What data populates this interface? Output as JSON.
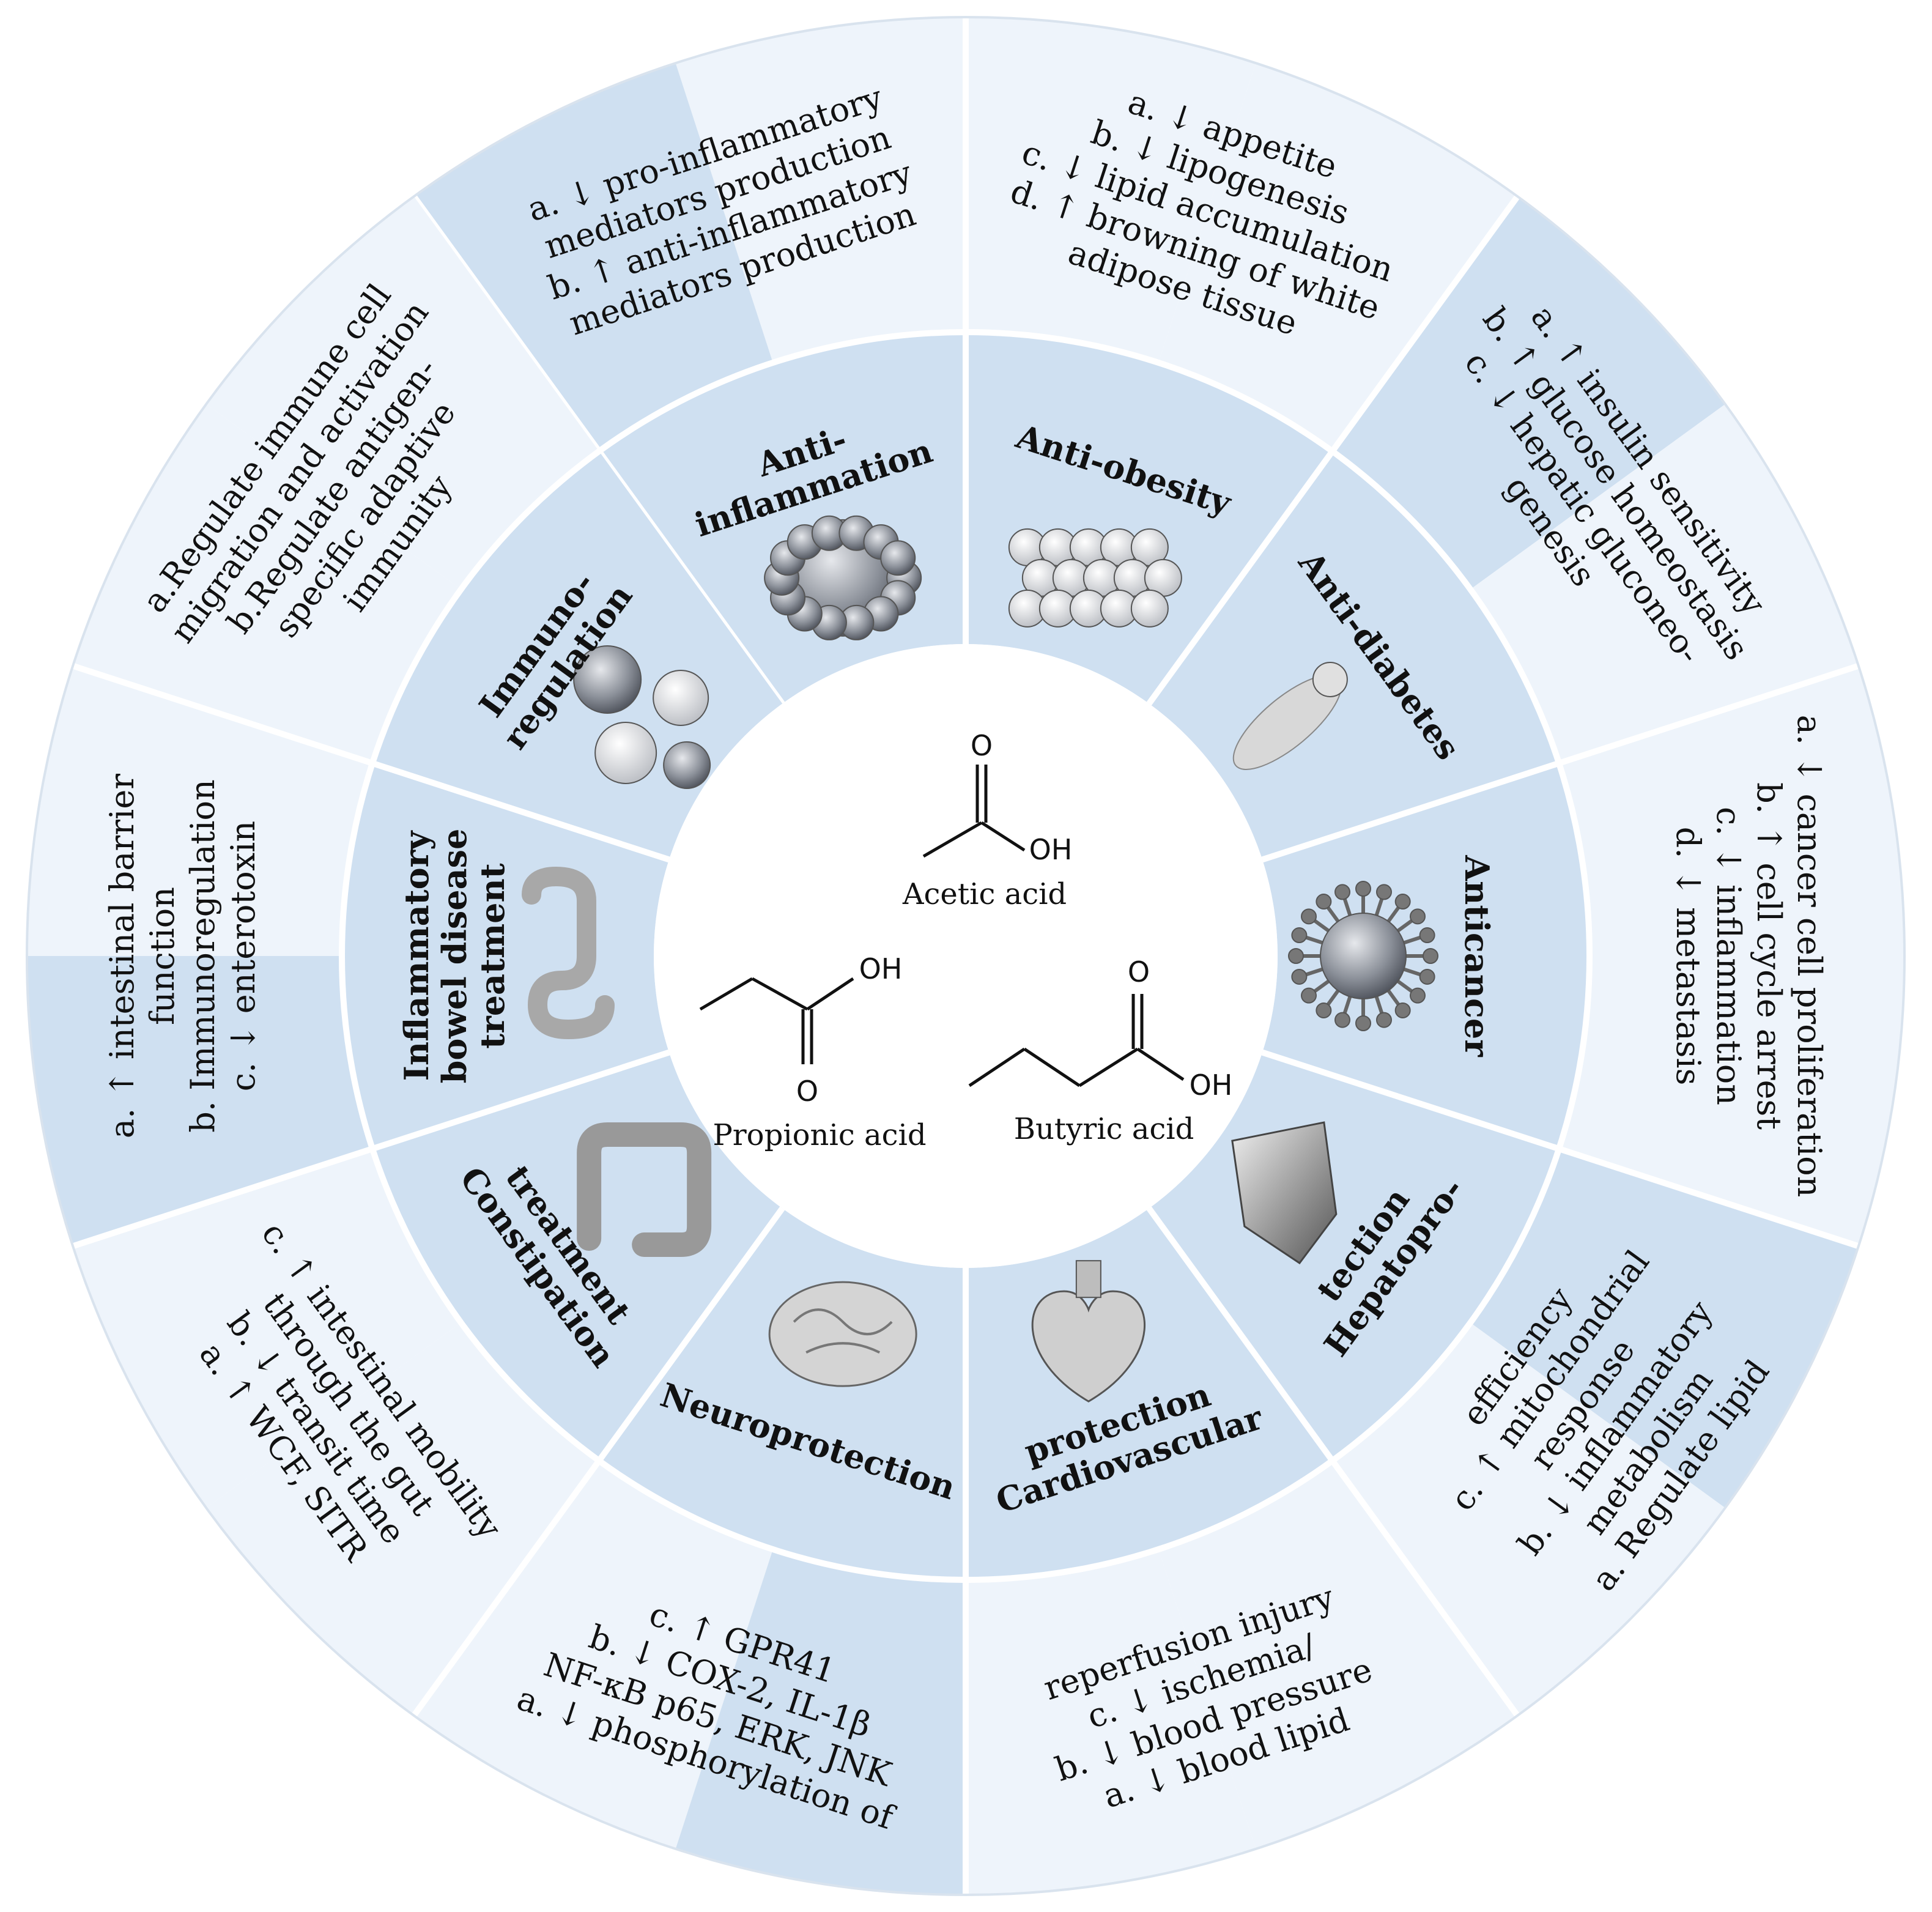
{
  "center": {
    "acids": [
      {
        "name": "Acetic acid",
        "o_label": "O",
        "oh_label": "OH"
      },
      {
        "name": "Propionic acid",
        "o_label": "O",
        "oh_label": "OH"
      },
      {
        "name": "Butyric  acid",
        "o_label": "O",
        "oh_label": "OH"
      }
    ]
  },
  "segments": [
    {
      "id": "anti-inflammation",
      "title": [
        "Anti-",
        "inflammation"
      ],
      "icon": "macrophage-icon",
      "effects": [
        "a. ↓ pro-inflammatory",
        "mediators production",
        "b. ↑ anti-inflammatory",
        "mediators production"
      ]
    },
    {
      "id": "anti-obesity",
      "title": [
        "Anti-obesity"
      ],
      "icon": "adipocyte-cluster-icon",
      "effects": [
        "a. ↓ appetite",
        "b. ↓ lipogenesis",
        "c. ↓ lipid accumulation",
        "d. ↑ browning of white",
        "adipose tissue"
      ]
    },
    {
      "id": "anti-diabetes",
      "title": [
        "Anti-diabetes"
      ],
      "icon": "human-body-icon",
      "effects": [
        "a. ↑ insulin sensitivity",
        "b. ↑ glucose homeostasis",
        "c. ↓ hepatic gluconeo-",
        "genesis"
      ]
    },
    {
      "id": "anticancer",
      "title": [
        "Anticancer"
      ],
      "icon": "virus-cell-icon",
      "effects": [
        "a. ↓ cancer cell proliferation",
        "b. ↑ cell cycle arrest",
        "c. ↓ inflammation",
        "d. ↓ metastasis"
      ]
    },
    {
      "id": "hepatoprotection",
      "title": [
        "Hepatopro-",
        "tection"
      ],
      "icon": "liver-icon",
      "effects": [
        "a. Regulate lipid",
        "metabolism",
        "b. ↓ inflammatory",
        "response",
        "c. ↑ mitochondrial",
        "efficiency"
      ]
    },
    {
      "id": "cardiovascular-protection",
      "title": [
        "Cardiovascular",
        "protection"
      ],
      "icon": "heart-icon",
      "effects": [
        "a. ↓ blood lipid",
        "b. ↓ blood pressure",
        "c. ↓ ischemia/",
        "reperfusion injury"
      ]
    },
    {
      "id": "neuroprotection",
      "title": [
        "Neuroprotection"
      ],
      "icon": "brain-icon",
      "effects": [
        "a. ↓ phosphorylation of",
        "NF-κB p65, ERK, JNK",
        "b. ↓ COX-2, IL-1β",
        "c. ↑ GPR41"
      ]
    },
    {
      "id": "constipation-treatment",
      "title": [
        "Constipation",
        "treatment"
      ],
      "icon": "colon-icon",
      "effects": [
        "a. ↑ WCF, SITR",
        "b. ↓ transit time",
        "through the gut",
        "c. ↑ intestinal mobility"
      ]
    },
    {
      "id": "ibd-treatment",
      "title": [
        "Inflammatory",
        "bowel disease",
        "treatment"
      ],
      "icon": "intestine-icon",
      "effects": [
        "a. ↑ intestinal barrier",
        "function",
        "b. Immunoregulation",
        "c. ↓ enterotoxin"
      ]
    },
    {
      "id": "immunoregulation",
      "title": [
        "Immuno-",
        "regulation"
      ],
      "icon": "immune-cells-icon",
      "effects": [
        "a.Regulate immune cell",
        "migration and activation",
        "b.Regulate antigen-",
        "specific adaptive",
        "immunity"
      ]
    }
  ]
}
